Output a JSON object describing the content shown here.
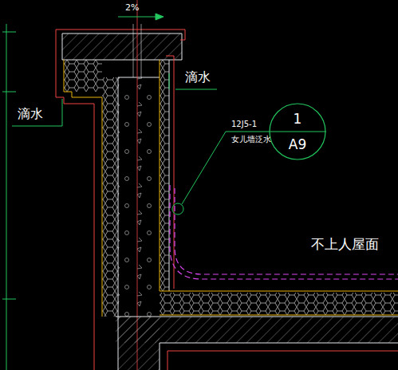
{
  "diagram": {
    "nodes": [
      {
        "text": [
          "1",
          "A9"
        ]
      }
    ],
    "edges": [],
    "labels": [
      "2%",
      "滴水",
      "滴水",
      "12J5-1",
      "女儿墙泛水",
      "不上人屋面"
    ]
  }
}
